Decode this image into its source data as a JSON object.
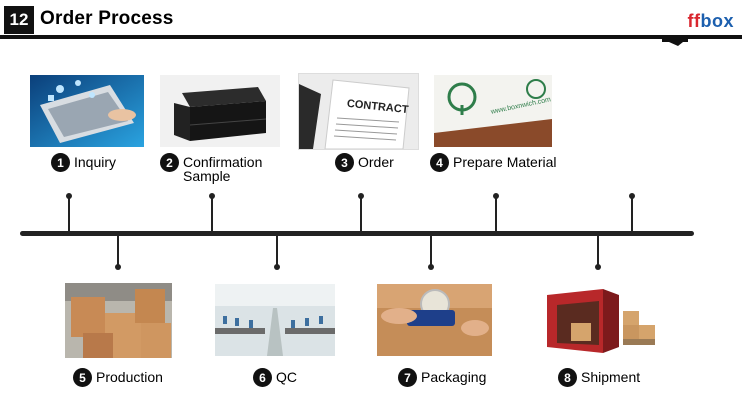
{
  "header": {
    "section_number": "12",
    "title": "Order Process",
    "brand_ff": "ff",
    "brand_box": "box"
  },
  "colors": {
    "brand_red": "#d9262e",
    "brand_blue": "#1c5fae",
    "line": "#222222"
  },
  "steps": [
    {
      "number": "1",
      "label": "Inquiry",
      "image": "laptop-icon"
    },
    {
      "number": "2",
      "label": "Confirmation\nSample",
      "image": "black-box-sample"
    },
    {
      "number": "3",
      "label": "Order",
      "image": "contract-document"
    },
    {
      "number": "4",
      "label": "Prepare Material",
      "image": "printed-material-roll"
    },
    {
      "number": "5",
      "label": "Production",
      "image": "workshop-boxes"
    },
    {
      "number": "6",
      "label": "QC",
      "image": "factory-floor"
    },
    {
      "number": "7",
      "label": "Packaging",
      "image": "tape-dispenser"
    },
    {
      "number": "8",
      "label": "Shipment",
      "image": "shipping-container"
    }
  ],
  "photo_texts": {
    "contract_word": "CONTRACT",
    "material_url": "www.boxnwich.com"
  }
}
